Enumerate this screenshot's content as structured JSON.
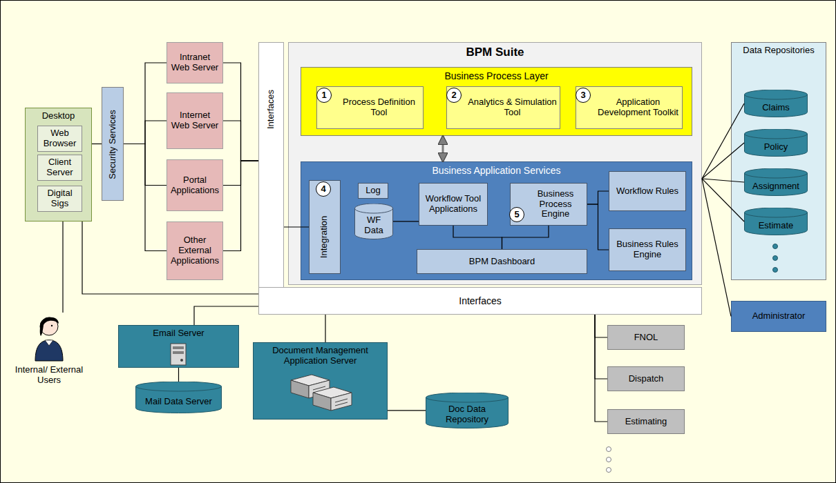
{
  "diagram": {
    "nodes": [
      {
        "text": [
          "Desktop"
        ]
      },
      {
        "text": [
          "Web Browser"
        ],
        "in": 0
      },
      {
        "text": [
          "Client Server"
        ],
        "in": 0
      },
      {
        "text": [
          "Digital Sigs"
        ],
        "in": 0
      },
      {
        "text": [
          "Security Services"
        ]
      },
      {
        "text": [
          "Intranet Web Server"
        ]
      },
      {
        "text": [
          "Internet Web Server"
        ]
      },
      {
        "text": [
          "Portal Applications"
        ]
      },
      {
        "text": [
          "Other External Applications"
        ]
      },
      {
        "text": [
          "Interfaces"
        ]
      },
      {
        "text": [
          "Interfaces"
        ]
      },
      {
        "text": [
          "BPM Suite"
        ]
      },
      {
        "text": [
          "Business Process Layer"
        ],
        "in": 11
      },
      {
        "text": [
          "Process Definition Tool"
        ],
        "in": 12
      },
      {
        "text": [
          "Analytics & Simulation Tool"
        ],
        "in": 12
      },
      {
        "text": [
          "Application Development Toolkit"
        ],
        "in": 12
      },
      {
        "text": [
          "Business Application Services"
        ],
        "in": 11
      },
      {
        "text": [
          "Integration"
        ],
        "in": 16
      },
      {
        "text": [
          "Log"
        ],
        "in": 16
      },
      {
        "text": [
          "WF Data"
        ],
        "in": 16
      },
      {
        "text": [
          "Workflow Tool Applications"
        ],
        "in": 16
      },
      {
        "text": [
          "Business Process Engine"
        ],
        "in": 16
      },
      {
        "text": [
          "Workflow Rules"
        ],
        "in": 16
      },
      {
        "text": [
          "Business Rules Engine"
        ],
        "in": 16
      },
      {
        "text": [
          "BPM Dashboard"
        ],
        "in": 16
      },
      {
        "text": [
          "Data Repositories"
        ]
      },
      {
        "text": [
          "Claims"
        ],
        "in": 25
      },
      {
        "text": [
          "Policy"
        ],
        "in": 25
      },
      {
        "text": [
          "Assignment"
        ],
        "in": 25
      },
      {
        "text": [
          "Estimate"
        ],
        "in": 25
      },
      {
        "text": [
          "Administrator"
        ]
      },
      {
        "text": [
          "Email Server"
        ]
      },
      {
        "text": [
          "Mail Data Server"
        ]
      },
      {
        "text": [
          "Document Management Application Server"
        ]
      },
      {
        "text": [
          "Doc Data Repository"
        ]
      },
      {
        "text": [
          "FNOL"
        ]
      },
      {
        "text": [
          "Dispatch"
        ]
      },
      {
        "text": [
          "Estimating"
        ]
      }
    ],
    "edges": [
      {
        "from": 0,
        "to": 4,
        "arrow": "none"
      },
      {
        "from": 4,
        "to": 5,
        "arrow": "none"
      },
      {
        "from": 4,
        "to": 6,
        "arrow": "none"
      },
      {
        "from": 4,
        "to": 7,
        "arrow": "none"
      },
      {
        "from": 4,
        "to": 8,
        "arrow": "none"
      },
      {
        "from": 5,
        "to": 9,
        "arrow": "none"
      },
      {
        "from": 6,
        "to": 9,
        "arrow": "none"
      },
      {
        "from": 7,
        "to": 9,
        "arrow": "none"
      },
      {
        "from": 8,
        "to": 9,
        "arrow": "none"
      },
      {
        "from": 9,
        "to": 17,
        "arrow": "none"
      },
      {
        "from": 12,
        "to": 16,
        "arrow": "both"
      },
      {
        "from": 19,
        "to": 20,
        "arrow": "none"
      },
      {
        "from": 20,
        "to": 24,
        "arrow": "none"
      },
      {
        "from": 21,
        "to": 24,
        "arrow": "none"
      },
      {
        "from": 21,
        "to": 22,
        "arrow": "none"
      },
      {
        "from": 21,
        "to": 23,
        "arrow": "none"
      },
      {
        "from": 11,
        "to": 26,
        "arrow": "none"
      },
      {
        "from": 11,
        "to": 27,
        "arrow": "none"
      },
      {
        "from": 11,
        "to": 28,
        "arrow": "none"
      },
      {
        "from": 11,
        "to": 29,
        "arrow": "none"
      },
      {
        "from": 11,
        "to": 30,
        "arrow": "none"
      },
      {
        "from": 0,
        "to": 10,
        "arrow": "none"
      },
      {
        "from": 31,
        "to": 10,
        "arrow": "none"
      },
      {
        "from": 31,
        "to": 32,
        "arrow": "none"
      },
      {
        "from": 10,
        "to": 33,
        "arrow": "none"
      },
      {
        "from": 33,
        "to": 34,
        "arrow": "none"
      },
      {
        "from": 10,
        "to": 35,
        "arrow": "none"
      },
      {
        "from": 10,
        "to": 36,
        "arrow": "none"
      },
      {
        "from": 10,
        "to": 37,
        "arrow": "none"
      }
    ],
    "labels": [
      "1",
      "2",
      "3",
      "4",
      "5",
      "Internal/ External Users"
    ]
  }
}
